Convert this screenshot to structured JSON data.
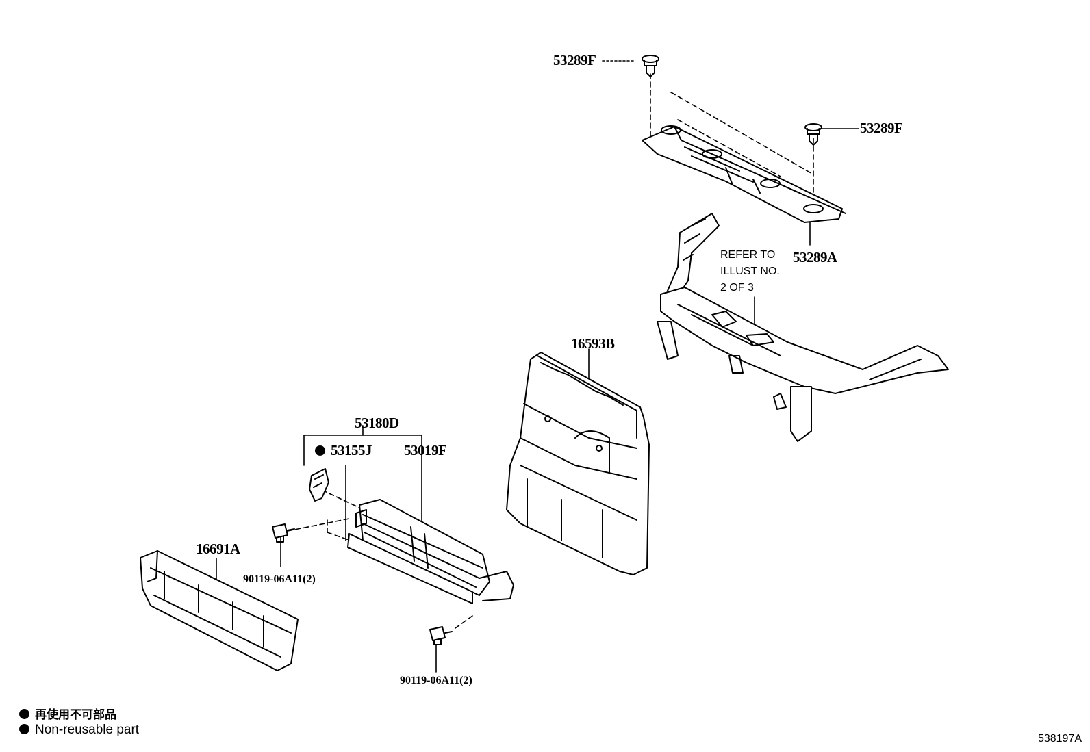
{
  "parts": {
    "p53289F_top": "53289F",
    "p53289F_right": "53289F",
    "p53289A": "53289A",
    "p16593B": "16593B",
    "p53180D": "53180D",
    "p53155J": "53155J",
    "p53019F": "53019F",
    "p16691A": "16691A",
    "p90119_left": "90119-06A11(2)",
    "p90119_bottom": "90119-06A11(2)"
  },
  "note": {
    "refer": "REFER TO\nILLUST NO.\n2 OF 3"
  },
  "legend": {
    "japanese": "再使用不可部品",
    "english": "Non-reusable part"
  },
  "illustration_id": "538197A"
}
